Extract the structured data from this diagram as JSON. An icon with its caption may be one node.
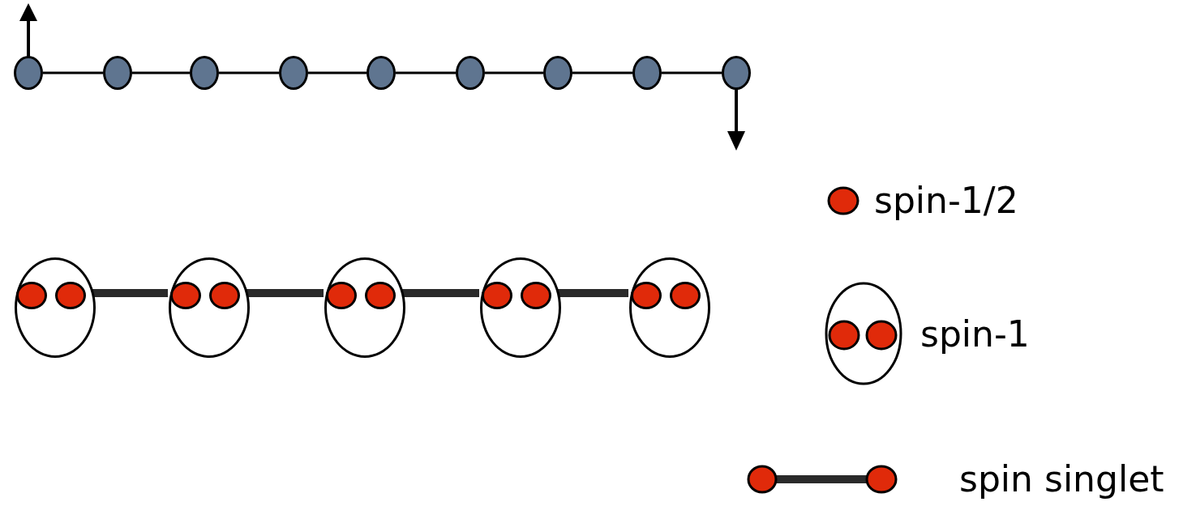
{
  "diagram": {
    "nodes": [
      {
        "text": [],
        "shape": "circle"
      },
      {
        "text": [],
        "shape": "circle"
      },
      {
        "text": [],
        "shape": "circle"
      },
      {
        "text": [],
        "shape": "circle"
      },
      {
        "text": [],
        "shape": "circle"
      },
      {
        "text": [],
        "shape": "circle"
      },
      {
        "text": [],
        "shape": "circle"
      },
      {
        "text": [],
        "shape": "circle"
      },
      {
        "text": [],
        "shape": "circle"
      },
      {
        "text": [],
        "shape": "ellipse"
      },
      {
        "text": [],
        "shape": "circle",
        "in": 9
      },
      {
        "text": [],
        "shape": "circle",
        "in": 9
      },
      {
        "text": [],
        "shape": "ellipse"
      },
      {
        "text": [],
        "shape": "circle",
        "in": 12
      },
      {
        "text": [],
        "shape": "circle",
        "in": 12
      },
      {
        "text": [],
        "shape": "ellipse"
      },
      {
        "text": [],
        "shape": "circle",
        "in": 15
      },
      {
        "text": [],
        "shape": "circle",
        "in": 15
      },
      {
        "text": [],
        "shape": "ellipse"
      },
      {
        "text": [],
        "shape": "circle",
        "in": 18
      },
      {
        "text": [],
        "shape": "circle",
        "in": 18
      },
      {
        "text": [],
        "shape": "ellipse"
      },
      {
        "text": [],
        "shape": "circle",
        "in": 21
      },
      {
        "text": [],
        "shape": "circle",
        "in": 21
      }
    ],
    "edges": [
      {
        "from": 0,
        "to": 1,
        "arrow": "none"
      },
      {
        "from": 1,
        "to": 2,
        "arrow": "none"
      },
      {
        "from": 2,
        "to": 3,
        "arrow": "none"
      },
      {
        "from": 3,
        "to": 4,
        "arrow": "none"
      },
      {
        "from": 4,
        "to": 5,
        "arrow": "none"
      },
      {
        "from": 5,
        "to": 6,
        "arrow": "none"
      },
      {
        "from": 6,
        "to": 7,
        "arrow": "none"
      },
      {
        "from": 7,
        "to": 8,
        "arrow": "none"
      },
      {
        "from": 11,
        "to": 13,
        "arrow": "none",
        "style": "thick"
      },
      {
        "from": 14,
        "to": 16,
        "arrow": "none",
        "style": "thick"
      },
      {
        "from": 17,
        "to": 19,
        "arrow": "none",
        "style": "thick"
      },
      {
        "from": 20,
        "to": 22,
        "arrow": "none",
        "style": "thick"
      }
    ],
    "legend": [
      {
        "text": "spin-1/2"
      },
      {
        "text": "spin-1"
      },
      {
        "text": "spin singlet"
      }
    ]
  }
}
